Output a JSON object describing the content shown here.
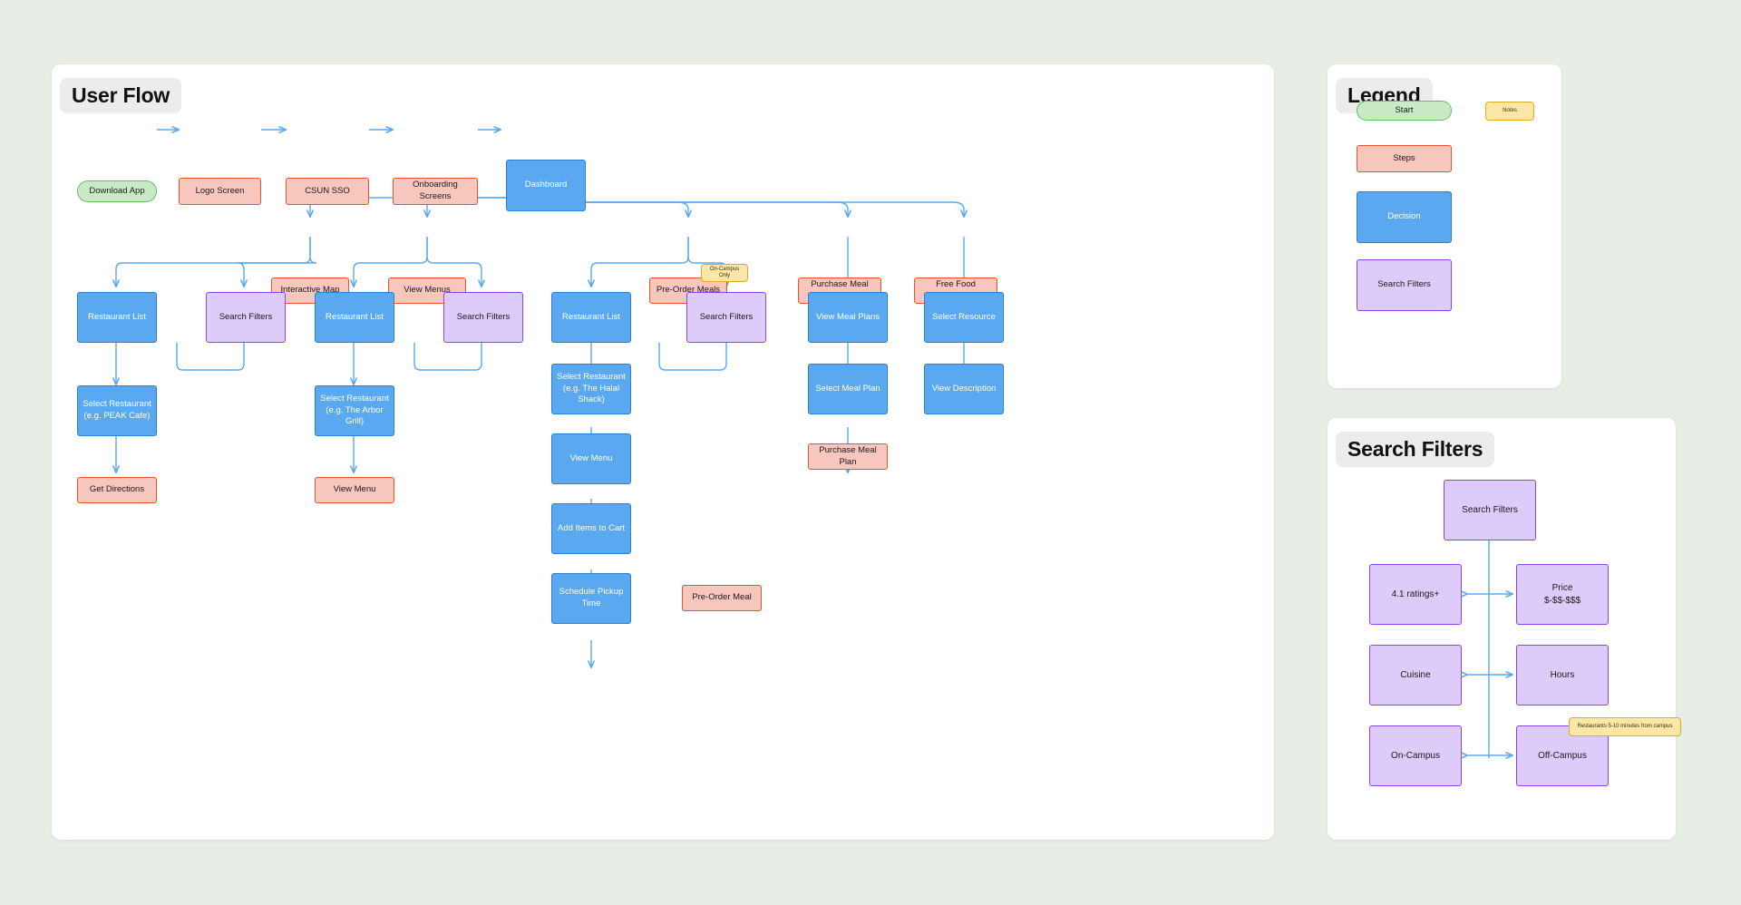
{
  "canvas": {
    "background": "#e8eee6",
    "edge_color": "#5aa9f0"
  },
  "panels": {
    "user_flow": {
      "title": "User Flow"
    },
    "legend": {
      "title": "Legend"
    },
    "search_filters": {
      "title": "Search Filters"
    }
  },
  "colors": {
    "start_fill": "#c8ebc6",
    "start_border": "#66bb6a",
    "step_fill": "#f7c6bd",
    "step_border": "#e8542b",
    "decision_fill": "#5aa9f0",
    "decision_border": "#2d7fd3",
    "filter_fill": "#ddcbfa",
    "filter_border": "#8b44e8",
    "note_fill": "#fce7a7",
    "note_border": "#e0a92e"
  },
  "user_flow": {
    "nodes": {
      "download_app": "Download App",
      "logo_screen": "Logo Screen",
      "csun_sso": "CSUN SSO",
      "onboarding_screens": "Onboarding Screens",
      "dashboard": "Dashboard",
      "interactive_map": "Interactive Map",
      "view_menus": "View Menus",
      "pre_order_meals": "Pre-Order Meals",
      "purchase_meal_plans": "Purchase Meal Plans",
      "free_food_resources": "Free Food Resources",
      "note_on_campus_only": "On-Campus Only",
      "map_restaurant_list": "Restaurant List",
      "map_search_filters": "Search Filters",
      "menus_restaurant_list": "Restaurant List",
      "menus_search_filters": "Search Filters",
      "preorder_restaurant_list": "Restaurant List",
      "preorder_search_filters": "Search Filters",
      "view_meal_plans": "View Meal Plans",
      "select_resource": "Select Resource",
      "map_select_restaurant": "Select Restaurant\n(e.g. PEAK Cafe)",
      "menus_select_restaurant": "Select Restaurant\n(e.g. The Arbor Grill)",
      "preorder_select_restaurant": "Select Restaurant\n(e.g. The Halal Shack)",
      "select_meal_plan": "Select Meal Plan",
      "view_description": "View Description",
      "get_directions": "Get Directions",
      "menus_view_menu": "View Menu",
      "preorder_view_menu": "View Menu",
      "purchase_meal_plan": "Purchase Meal Plan",
      "add_items_to_cart": "Add Items to Cart",
      "schedule_pickup_time": "Schedule Pickup Time",
      "pre_order_meal": "Pre-Order Meal"
    }
  },
  "legend": {
    "items": [
      {
        "label": "Start",
        "type": "start"
      },
      {
        "label": "Notes",
        "type": "note"
      },
      {
        "label": "Steps",
        "type": "step"
      },
      {
        "label": "Decision",
        "type": "decision"
      },
      {
        "label": "Search Filters",
        "type": "filter"
      }
    ]
  },
  "search_filters_panel": {
    "root": "Search Filters",
    "options": {
      "ratings": "4.1 ratings+",
      "price": "Price\n$-$$-$$$",
      "cuisine": "Cuisine",
      "hours": "Hours",
      "on_campus": "On-Campus",
      "off_campus": "Off-Campus"
    },
    "note": "Restaurants 5-10 minutes from campus"
  }
}
